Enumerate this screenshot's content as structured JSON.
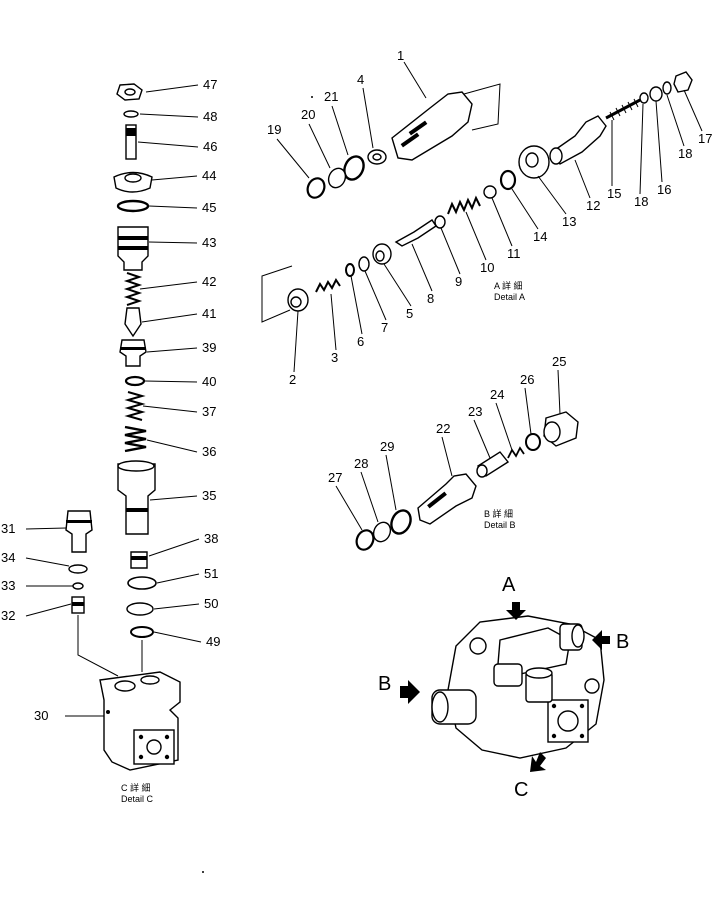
{
  "parts": [
    {
      "n": "1",
      "shape": "cartridge"
    },
    {
      "n": "2",
      "shape": "seat"
    },
    {
      "n": "3",
      "shape": "spring"
    },
    {
      "n": "4",
      "shape": "seat"
    },
    {
      "n": "5",
      "shape": "seat"
    },
    {
      "n": "6",
      "shape": "ring"
    },
    {
      "n": "7",
      "shape": "ring"
    },
    {
      "n": "8",
      "shape": "needle"
    },
    {
      "n": "9",
      "shape": "ring"
    },
    {
      "n": "10",
      "shape": "spring"
    },
    {
      "n": "11",
      "shape": "seat"
    },
    {
      "n": "12",
      "shape": "plug"
    },
    {
      "n": "13",
      "shape": "nut"
    },
    {
      "n": "14",
      "shape": "ring"
    },
    {
      "n": "15",
      "shape": "screw"
    },
    {
      "n": "16",
      "shape": "ring"
    },
    {
      "n": "17",
      "shape": "nut"
    },
    {
      "n": "18",
      "shape": "ring"
    },
    {
      "n": "19",
      "shape": "ring"
    },
    {
      "n": "20",
      "shape": "ring"
    },
    {
      "n": "21",
      "shape": "ring"
    },
    {
      "n": "22",
      "shape": "cartridge"
    },
    {
      "n": "23",
      "shape": "piston"
    },
    {
      "n": "24",
      "shape": "spring"
    },
    {
      "n": "25",
      "shape": "plug"
    },
    {
      "n": "26",
      "shape": "ring"
    },
    {
      "n": "27",
      "shape": "ring"
    },
    {
      "n": "28",
      "shape": "ring"
    },
    {
      "n": "29",
      "shape": "ring"
    },
    {
      "n": "30",
      "shape": "body"
    },
    {
      "n": "31",
      "shape": "fitting"
    },
    {
      "n": "32",
      "shape": "fitting"
    },
    {
      "n": "33",
      "shape": "ring"
    },
    {
      "n": "34",
      "shape": "ring"
    },
    {
      "n": "35",
      "shape": "sleeve"
    },
    {
      "n": "36",
      "shape": "spring"
    },
    {
      "n": "37",
      "shape": "spring"
    },
    {
      "n": "38",
      "shape": "seat"
    },
    {
      "n": "39",
      "shape": "seat"
    },
    {
      "n": "40",
      "shape": "ring"
    },
    {
      "n": "41",
      "shape": "needle"
    },
    {
      "n": "42",
      "shape": "spring"
    },
    {
      "n": "43",
      "shape": "sleeve"
    },
    {
      "n": "44",
      "shape": "nut"
    },
    {
      "n": "45",
      "shape": "ring"
    },
    {
      "n": "46",
      "shape": "screw"
    },
    {
      "n": "47",
      "shape": "nut"
    },
    {
      "n": "48",
      "shape": "ring"
    },
    {
      "n": "49",
      "shape": "ring"
    },
    {
      "n": "50",
      "shape": "ring"
    },
    {
      "n": "51",
      "shape": "ring"
    }
  ],
  "details": [
    {
      "key": "A",
      "jp": "A 詳 細",
      "en": "Detail A"
    },
    {
      "key": "B",
      "jp": "B 詳 細",
      "en": "Detail B"
    },
    {
      "key": "C",
      "jp": "C 詳 細",
      "en": "Detail C"
    }
  ],
  "view_letters": [
    {
      "id": "A",
      "text": "A"
    },
    {
      "id": "B-right",
      "text": "B"
    },
    {
      "id": "B-left",
      "text": "B"
    },
    {
      "id": "C",
      "text": "C"
    }
  ]
}
